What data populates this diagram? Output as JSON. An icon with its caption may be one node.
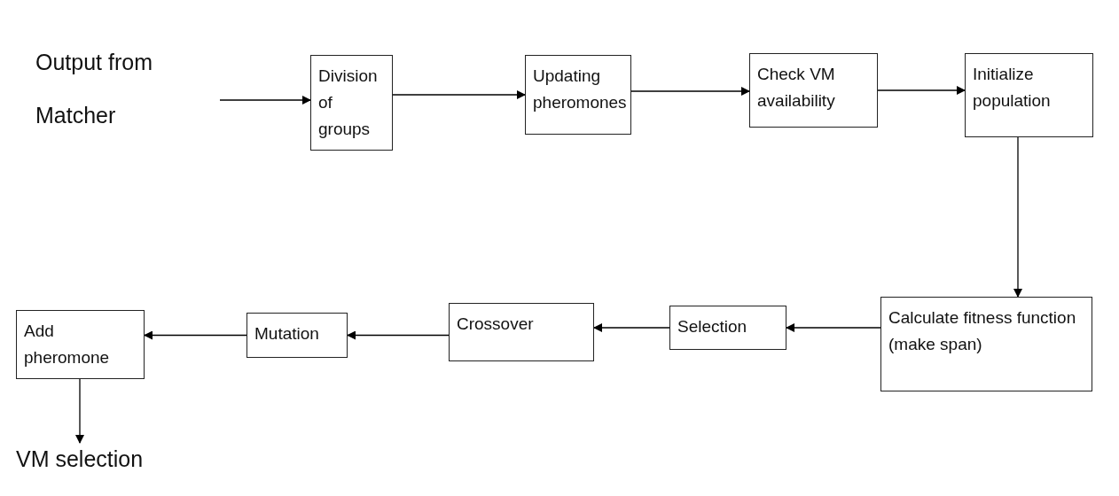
{
  "diagram": {
    "nodes": [
      {
        "text": [
          "Output from Matcher"
        ]
      },
      {
        "text": [
          "Division of groups"
        ]
      },
      {
        "text": [
          "Updating pheromones"
        ]
      },
      {
        "text": [
          "Check VM availability"
        ]
      },
      {
        "text": [
          "Initialize population"
        ]
      },
      {
        "text": [
          "Calculate fitness function (make span)"
        ]
      },
      {
        "text": [
          "Selection"
        ]
      },
      {
        "text": [
          "Crossover"
        ]
      },
      {
        "text": [
          "Mutation"
        ]
      },
      {
        "text": [
          "Add pheromone"
        ]
      },
      {
        "text": [
          "VM selection"
        ]
      }
    ],
    "edges": [
      {
        "from": 0,
        "to": 1,
        "arrow": "to"
      },
      {
        "from": 1,
        "to": 2,
        "arrow": "to"
      },
      {
        "from": 2,
        "to": 3,
        "arrow": "to"
      },
      {
        "from": 3,
        "to": 4,
        "arrow": "to"
      },
      {
        "from": 4,
        "to": 5,
        "arrow": "to"
      },
      {
        "from": 5,
        "to": 6,
        "arrow": "to"
      },
      {
        "from": 6,
        "to": 7,
        "arrow": "to"
      },
      {
        "from": 7,
        "to": 8,
        "arrow": "to"
      },
      {
        "from": 8,
        "to": 9,
        "arrow": "to"
      },
      {
        "from": 9,
        "to": 10,
        "arrow": "to"
      }
    ]
  }
}
